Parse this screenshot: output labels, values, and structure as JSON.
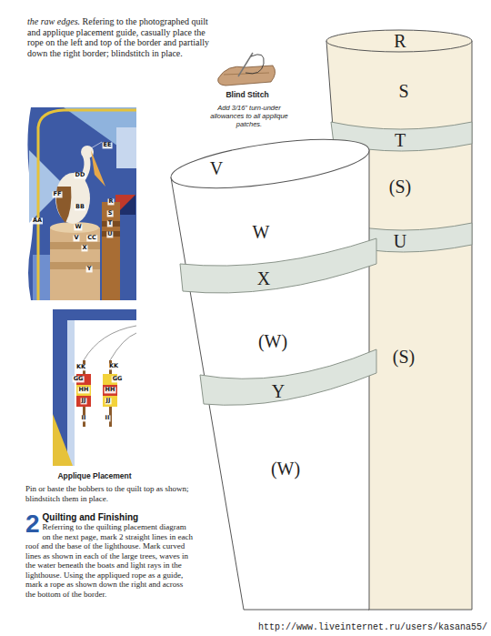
{
  "diagram": {
    "nodes": [
      {
        "text": [
          "R",
          "S",
          "T",
          "(S)",
          "U",
          "(S)"
        ]
      },
      {
        "text": [
          "V",
          "W",
          "X",
          "(W)",
          "Y",
          "(W)"
        ]
      }
    ],
    "labels": [
      "the raw edges.",
      "Refering to the photographed quilt and applique placement guide, casually place the rope on the left and top of the border and partially down the right border; blindstitch in place.",
      "Blind Stitch",
      "Add 3/16\" turn-under allowances to all applique patches.",
      "EE",
      "DD",
      "FF",
      "BB",
      "R",
      "S",
      "T",
      "U",
      "AA",
      "W",
      "V",
      "CC",
      "X",
      "Y",
      "KK",
      "KK",
      "GG",
      "GG",
      "HH",
      "HH",
      "JJ",
      "JJ",
      "II",
      "II",
      "Applique Placement",
      "Pin or baste the bobbers to the quilt top as shown; blindstitch them in place.",
      "2",
      "Quilting and Finishing",
      "Referring to the quilting placement diagram on the next page, mark 2 straight lines in each roof and the base of the lighthouse. Mark curved lines as shown in each of the large trees, waves in the water beneath the boats and light rays in the lighthouse. Using the appliqued rope as a guide, mark a rope as shown down the right and across the bottom of the border.",
      "http://www.liveinternet.ru/users/kasana55/"
    ]
  }
}
